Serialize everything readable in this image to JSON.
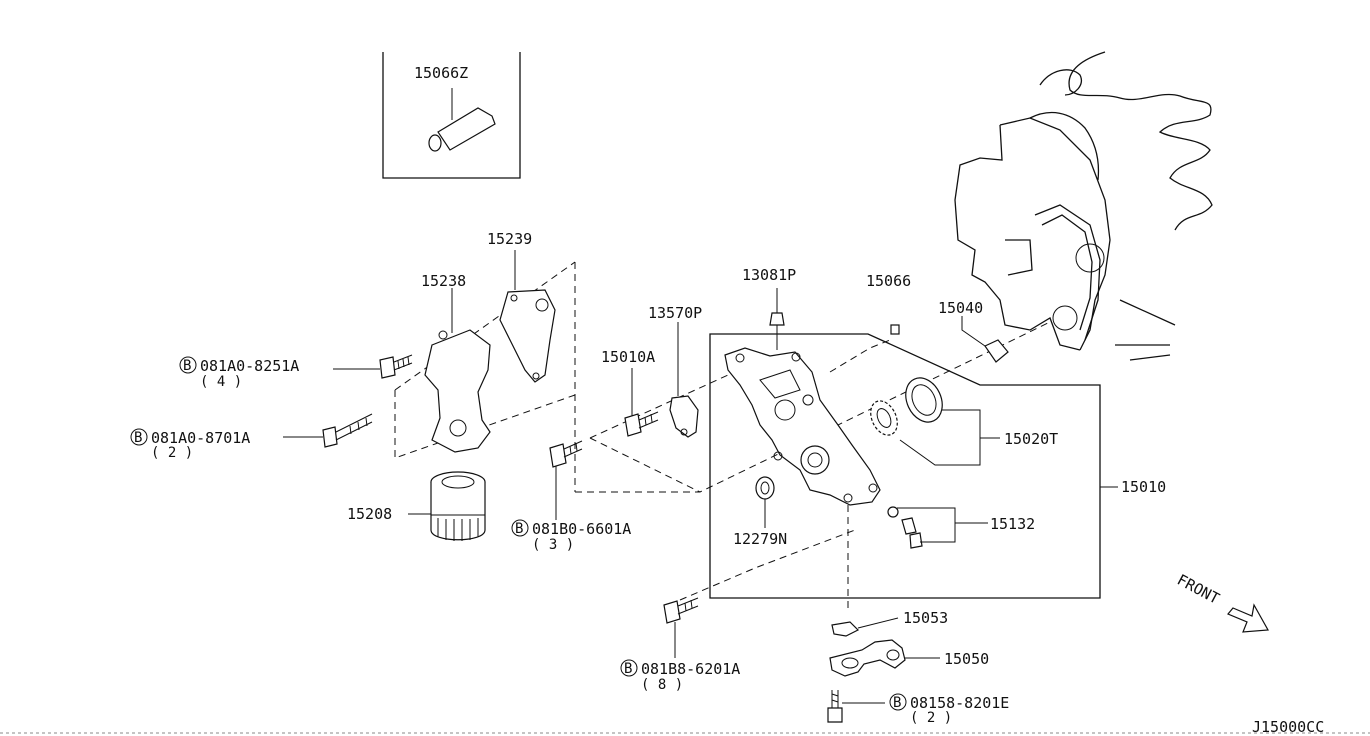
{
  "diagram_code": "J15000CC",
  "inset_part": "15066Z",
  "front_label": "FRONT",
  "bolt_badge": "B",
  "callouts": {
    "p15239": "15239",
    "p15238": "15238",
    "p13081P": "13081P",
    "p15066": "15066",
    "p15040": "15040",
    "p13570P": "13570P",
    "p15010A": "15010A",
    "p15020T": "15020T",
    "p15010": "15010",
    "p15208": "15208",
    "p15132": "15132",
    "p12279N": "12279N",
    "p15053": "15053",
    "p15050": "15050"
  },
  "bolts": {
    "b1": {
      "code": "081A0-8251A",
      "qty": "( 4 )"
    },
    "b2": {
      "code": "081A0-8701A",
      "qty": "( 2 )"
    },
    "b3": {
      "code": "081B0-6601A",
      "qty": "( 3 )"
    },
    "b4": {
      "code": "081B8-6201A",
      "qty": "( 8 )"
    },
    "b5": {
      "code": "08158-8201E",
      "qty": "( 2 )"
    }
  }
}
